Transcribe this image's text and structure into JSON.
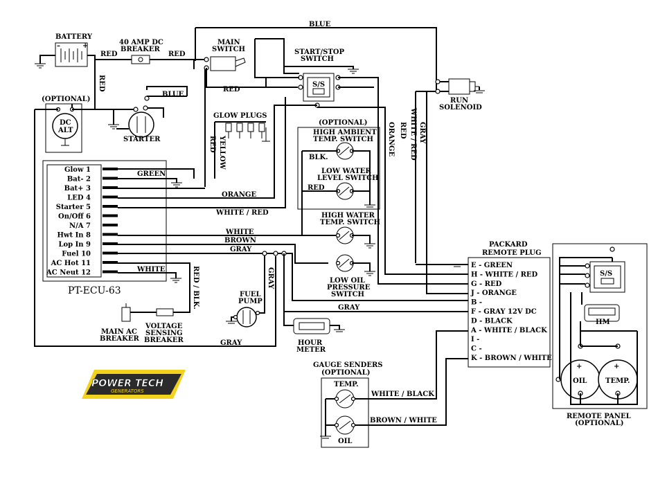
{
  "components": {
    "battery": "BATTERY",
    "breaker_line1": "40 AMP DC",
    "breaker_line2": "BREAKER",
    "main_switch_line1": "MAIN",
    "main_switch_line2": "SWITCH",
    "start_stop_line1": "START/STOP",
    "start_stop_line2": "SWITCH",
    "ss_label": "S/S",
    "run_solenoid_line1": "RUN",
    "run_solenoid_line2": "SOLENOID",
    "optional": "(OPTIONAL)",
    "dc_alt_line1": "DC",
    "dc_alt_line2": "ALT",
    "starter": "STARTER",
    "glow_plugs": "GLOW PLUGS",
    "optional_box": "(OPTIONAL)",
    "high_ambient_line1": "HIGH AMBIENT",
    "high_ambient_line2": "TEMP. SWITCH",
    "low_water_line1": "LOW WATER",
    "low_water_line2": "LEVEL SWITCH",
    "high_water_line1": "HIGH WATER",
    "high_water_line2": "TEMP. SWITCH",
    "low_oil_line1": "LOW OIL",
    "low_oil_line2": "PRESSURE",
    "low_oil_line3": "SWITCH",
    "fuel_pump_line1": "FUEL",
    "fuel_pump_line2": "PUMP",
    "hour_meter_line1": "HOUR",
    "hour_meter_line2": "METER",
    "main_ac_line1": "MAIN AC",
    "main_ac_line2": "BREAKER",
    "voltage_sensing_line1": "VOLTAGE",
    "voltage_sensing_line2": "SENSING",
    "voltage_sensing_line3": "BREAKER",
    "gauge_senders_line1": "GAUGE SENDERS",
    "gauge_senders_line2": "(OPTIONAL)",
    "temp_sender": "TEMP.",
    "oil_sender": "OIL",
    "packard_line1": "PACKARD",
    "packard_line2": "REMOTE PLUG",
    "remote_panel_line1": "REMOTE PANEL",
    "remote_panel_line2": "(OPTIONAL)",
    "hm": "HM",
    "oil_gauge": "OIL",
    "temp_gauge": "TEMP.",
    "ecu_name": "PT-ECU-63",
    "logo_main": "POWER TECH",
    "logo_sub": "GENERATORS"
  },
  "ecu_pins": [
    "Glow 1",
    "Bat- 2",
    "Bat+ 3",
    "LED 4",
    "Starter 5",
    "On/Off 6",
    "N/A 7",
    "Hwt In 8",
    "Lop In 9",
    "Fuel 10",
    "AC Hot 11",
    "AC Neut 12"
  ],
  "packard_pins": [
    "E - GREEN",
    "H - WHITE / RED",
    "G - RED",
    "J - ORANGE",
    "B -",
    "F - GRAY   12V DC",
    "D - BLACK",
    "A - WHITE / BLACK",
    "I -",
    "C -",
    "K - BROWN / WHITE"
  ],
  "wire_labels": {
    "red_a": "RED",
    "red_b": "RED",
    "red_vert": "RED",
    "blue_top": "BLUE",
    "blue_starter": "BLUE",
    "red_main": "RED",
    "green": "GREEN",
    "red_glow": "RED",
    "yellow": "YELLOW",
    "orange_ecu": "ORANGE",
    "white_red_ecu": "WHITE / RED",
    "white_ecu": "WHITE",
    "brown_ecu": "BROWN",
    "gray_ecu": "GRAY",
    "white_ac": "WHITE",
    "red_blk": "RED / BLK.",
    "gray_vert": "GRAY",
    "gray_mid": "GRAY",
    "gray_bottom": "GRAY",
    "orange_vert": "ORANGE",
    "red_vert2": "RED",
    "white_red_vert": "WHITE / RED",
    "gray_vert2": "GRAY",
    "blk": "BLK.",
    "red_low": "RED",
    "white_black": "WHITE / BLACK",
    "brown_white": "BROWN / WHITE"
  },
  "colors": {
    "logo_yellow": "#f2d21c",
    "logo_dark": "#2b2b2b"
  }
}
